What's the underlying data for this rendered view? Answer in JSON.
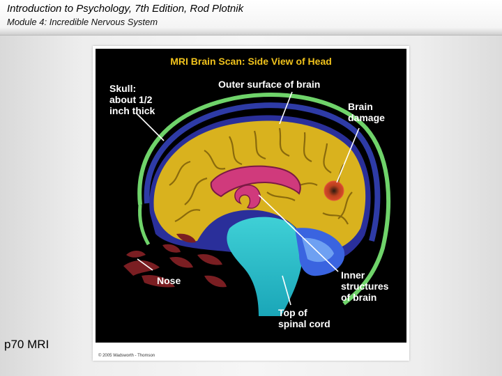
{
  "slide": {
    "title": "Introduction to Psychology, 7th Edition, Rod Plotnik",
    "subtitle": "Module 4:  Incredible Nervous System",
    "corner_label": "p70 MRI"
  },
  "figure": {
    "heading": "MRI Brain Scan: Side View of Head",
    "labels": {
      "skull_line1": "Skull:",
      "skull_line2": "about 1/2",
      "skull_line3": "inch thick",
      "outer_surface": "Outer surface of brain",
      "damage_line1": "Brain",
      "damage_line2": "damage",
      "nose": "Nose",
      "inner_line1": "Inner",
      "inner_line2": "structures",
      "inner_line3": "of brain",
      "spinal_line1": "Top of",
      "spinal_line2": "spinal cord"
    },
    "copyright": "© 2005 Wadsworth - Thomson",
    "colors": {
      "heading": "#f0c21c",
      "brain": "#d9b21e",
      "skull": "#6fd36a",
      "inner": "#d03a7c",
      "brainstem": "#2ac6c6",
      "background": "#000000"
    }
  }
}
